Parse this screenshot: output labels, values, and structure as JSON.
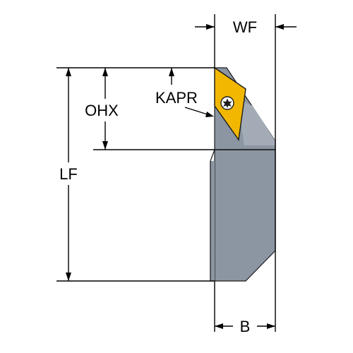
{
  "labels": {
    "wf": "WF",
    "ohx": "OHX",
    "kapr": "KAPR",
    "lf": "LF",
    "b": "B"
  },
  "colors": {
    "background": "#ffffff",
    "line": "#000000",
    "holder_body": "#8c96a3",
    "holder_shade": "#a3acb6",
    "holder_outline": "#1c1c1c",
    "insert": "#f2b700",
    "insert_outline": "#1c1c1c",
    "screw": "#1c1c1c"
  },
  "icons": {
    "screw": "torx-screw-icon"
  }
}
